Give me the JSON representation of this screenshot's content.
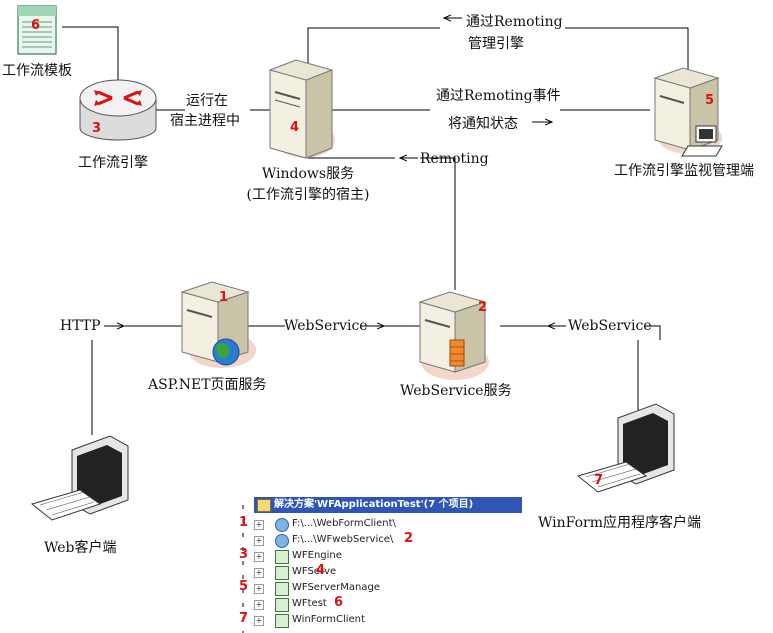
{
  "nodes": {
    "template": {
      "label": "工作流模板",
      "num": "6"
    },
    "engine": {
      "label": "工作流引擎",
      "num": "3"
    },
    "windows_service": {
      "label_line1": "Windows服务",
      "label_line2": "(工作流引擎的宿主)",
      "num": "4"
    },
    "monitor": {
      "label": "工作流引擎监视管理端",
      "num": "5"
    },
    "aspnet": {
      "label": "ASP.NET页面服务",
      "num": "1"
    },
    "webservice": {
      "label": "WebService服务",
      "num": "2"
    },
    "web_client": {
      "label": "Web客户端"
    },
    "winform_client": {
      "label": "WinForm应用程序客户端",
      "num": "7"
    }
  },
  "edges": {
    "remoting_manage": {
      "line1": "通过Remoting",
      "line2": "管理引擎"
    },
    "remoting_event": {
      "line1": "通过Remoting事件",
      "line2": "将通知状态"
    },
    "run_in_host": {
      "line1": "运行在",
      "line2": "宿主进程中"
    },
    "remoting": "Remoting",
    "http": "HTTP",
    "webservice_left": "WebService",
    "webservice_right": "WebService"
  },
  "solution": {
    "title": "解决方案'WFApplicationTest'(7 个项目)",
    "projects": [
      {
        "name": "F:\\...\\WebFormClient\\",
        "num": "1",
        "type": "web"
      },
      {
        "name": "F:\\...\\WFwebService\\",
        "num": "2",
        "type": "web"
      },
      {
        "name": "WFEngine",
        "num": "3",
        "type": "lib"
      },
      {
        "name": "WFServe",
        "num": "4",
        "type": "lib"
      },
      {
        "name": "WFServerManage",
        "num": "5",
        "type": "lib"
      },
      {
        "name": "WFtest",
        "num": "6",
        "type": "lib"
      },
      {
        "name": "WinFormClient",
        "num": "7",
        "type": "lib"
      }
    ]
  }
}
